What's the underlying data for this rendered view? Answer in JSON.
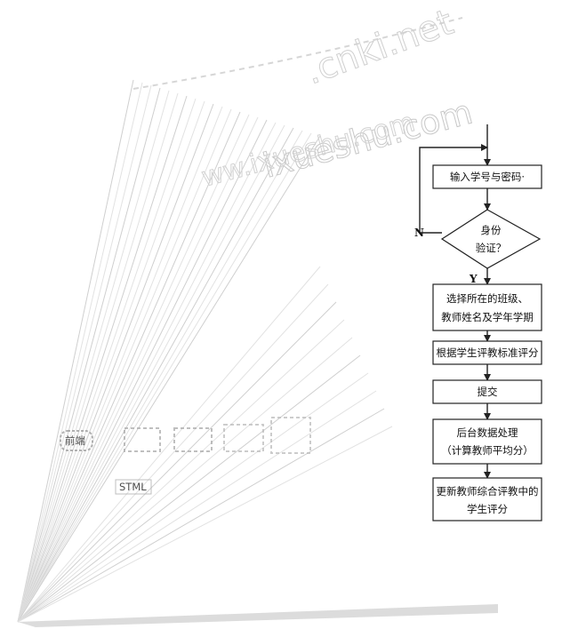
{
  "watermark": {
    "line1": "ixueshu.com",
    "line2": "ww.ixueshu.com",
    "line3": ".cnki.net"
  },
  "flowchart": {
    "input": "输入学号与密码·",
    "verify_line1": "身份",
    "verify_line2": "验证？",
    "no_label": "N",
    "yes_label": "Y",
    "select_line1": "选择所在的班级、",
    "select_line2": "教师姓名及学年学期",
    "score": "根据学生评教标准评分",
    "submit": "提交",
    "process_line1": "后台数据处理",
    "process_line2": "（计算教师平均分）",
    "update_line1": "更新教师综合评教中的",
    "update_line2": "学生评分"
  },
  "ghost": {
    "label_left": "前端",
    "label_bottom": "STML"
  }
}
